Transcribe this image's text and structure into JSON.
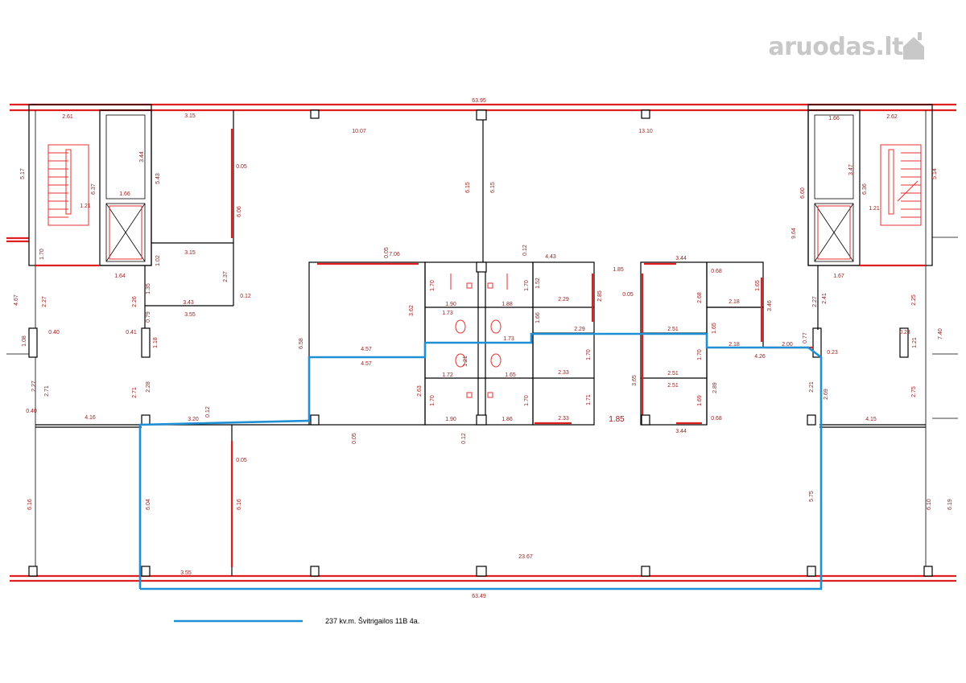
{
  "watermark": {
    "text": "aruodas.lt",
    "icon": "house-icon",
    "color": "#c8c8c8"
  },
  "legend": {
    "label": "237 kv.m. Švitrigailos 11B 4a.",
    "line_color": "#1f8fd6"
  },
  "colors": {
    "wall": "#000000",
    "red_wall": "#e02020",
    "dimension_text": "#9a1a1a",
    "highlight": "#1f8fd6"
  },
  "dimensions": {
    "top_total": "63.95",
    "bottom_total": "63.49",
    "center_large": "23.67",
    "corridor": "1.85",
    "top_room_a": "10.07",
    "top_room_b": "13.10",
    "left_stair_w": "2.61",
    "right_stair_w": "2.62",
    "left_lift_w": "1.66",
    "right_lift_w": "1.66",
    "left_room_w": "3.15",
    "left_room_w2": "3.15",
    "left_room_w3": "3.43",
    "left_room_w4": "3.55",
    "bottom_left_w": "3.55",
    "left_office_w": "4.16",
    "right_office_w": "4.15",
    "office_w_320": "3.20",
    "meeting_w1": "4.57",
    "meeting_w2": "4.57",
    "wc_190a": "1.90",
    "wc_190b": "1.90",
    "wc_188": "1.88",
    "wc_186": "1.86",
    "wc_173a": "1.73",
    "wc_173b": "1.73",
    "wc_172": "1.72",
    "wc_165": "1.65",
    "room_229a": "2.29",
    "room_229b": "2.29",
    "room_233a": "2.33",
    "room_233b": "2.33",
    "room_251a": "2.51",
    "room_251b": "2.51",
    "room_251c": "2.51",
    "room_218a": "2.18",
    "room_218b": "2.18",
    "room_344a": "3.44",
    "room_344b": "3.44",
    "room_426": "4.26",
    "room_200": "2.00",
    "room_443": "4.43",
    "room_706": "7.06",
    "v_615a": "6.15",
    "v_615b": "6.15",
    "v_616a": "6.16",
    "v_616b": "6.16",
    "v_604": "6.04",
    "v_575": "5.75",
    "v_610": "6.10",
    "v_619": "6.19",
    "v_517": "5.17",
    "v_514": "5.14",
    "v_543": "5.43",
    "v_344": "3.44",
    "v_347": "3.47",
    "v_606": "6.06",
    "v_660": "6.60",
    "v_964": "9.64",
    "v_658": "6.58",
    "v_467": "4.67",
    "v_740": "7.40",
    "v_362": "3.62",
    "v_346": "3.46",
    "v_365": "3.65",
    "v_263": "2.63",
    "v_268": "2.68",
    "v_289": "2.89",
    "v_285": "2.85",
    "v_237": "2.37",
    "v_227a": "2.27",
    "v_227b": "2.27",
    "v_227c": "2.27",
    "v_226": "2.26",
    "v_225": "2.25",
    "v_241": "2.41",
    "v_271a": "2.71",
    "v_271b": "2.71",
    "v_275": "2.75",
    "v_221": "2.21",
    "v_269": "2.69",
    "v_228": "2.28",
    "v_170a": "1.70",
    "v_170b": "1.70",
    "v_170c": "1.70",
    "v_170d": "1.70",
    "v_170e": "1.70",
    "v_170f": "1.70",
    "v_170g": "1.70",
    "v_171": "1.71",
    "v_169": "1.69",
    "v_166": "1.66",
    "v_165a": "1.65",
    "v_165b": "1.65",
    "v_152": "1.52",
    "v_164": "1.64",
    "v_167": "1.67",
    "v_102": "1.02",
    "v_135": "1.35",
    "v_118": "1.18",
    "v_108": "1.08",
    "v_121a": "1.21",
    "v_121b": "1.21",
    "v_121c": "1.21",
    "v_121d": "1.21",
    "v_079": "0.79",
    "v_077": "0.77",
    "v_041": "0.41",
    "v_040a": "0.40",
    "v_040b": "0.40",
    "v_023a": "0.23",
    "v_023b": "0.23",
    "v_068a": "0.68",
    "v_068b": "0.68",
    "v_012a": "0.12",
    "v_012b": "0.12",
    "v_012c": "0.12",
    "v_012d": "0.12",
    "v_005a": "0.05",
    "v_005b": "0.05",
    "v_005c": "0.05",
    "v_005d": "0.05",
    "v_005e": "0.05",
    "v_637": "6.37",
    "v_636": "6.36"
  }
}
